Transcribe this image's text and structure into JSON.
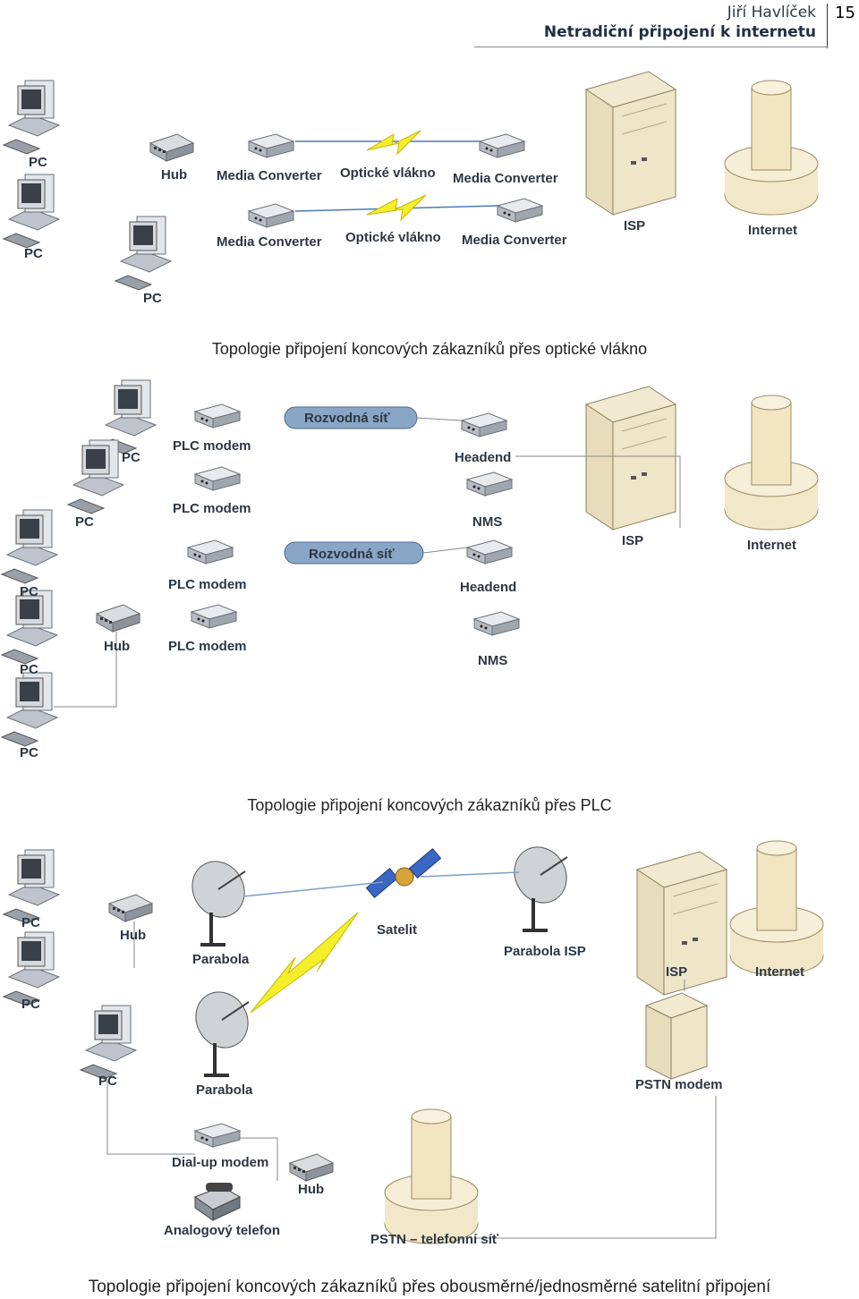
{
  "header": {
    "author": "Jiří Havlíček",
    "title": "Netradiční připojení k internetu",
    "page": "15"
  },
  "captions": [
    "Topologie připojení koncových zákazníků přes optické vlákno",
    "Topologie připojení koncových zákazníků přes PLC",
    "Topologie připojení koncových zákazníků přes obousměrné/jednosměrné satelitní připojení"
  ],
  "diagram1": {
    "pc": "PC",
    "hub": "Hub",
    "mc": "Media Converter",
    "fiber": "Optické vlákno",
    "isp": "ISP",
    "internet": "Internet"
  },
  "diagram2": {
    "pc": "PC",
    "hub": "Hub",
    "plc": "PLC modem",
    "grid": "Rozvodná síť",
    "headend": "Headend",
    "nms": "NMS",
    "isp": "ISP",
    "internet": "Internet"
  },
  "diagram3": {
    "pc": "PC",
    "hub": "Hub",
    "parabola": "Parabola",
    "satelit": "Satelit",
    "parabola_isp": "Parabola ISP",
    "isp": "ISP",
    "internet": "Internet",
    "pstn_modem": "PSTN modem",
    "dialup": "Dial-up modem",
    "phone": "Analogový telefon",
    "pstn": "PSTN – telefonní síť"
  }
}
